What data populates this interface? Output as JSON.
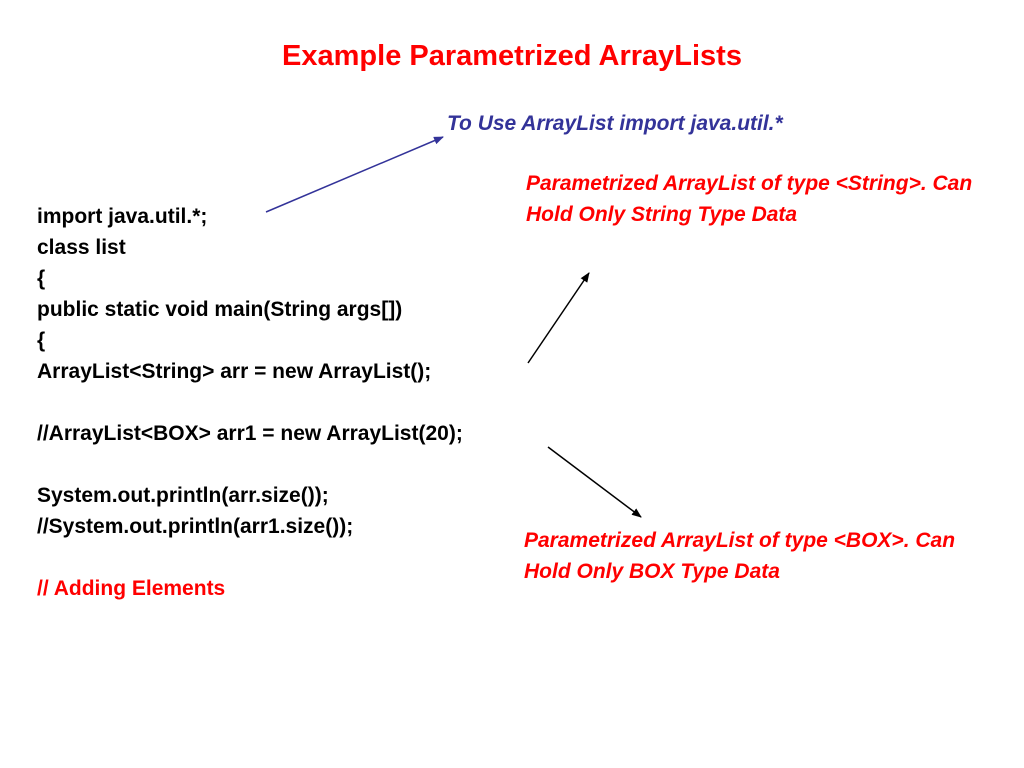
{
  "slide": {
    "title": "Example Parametrized ArrayLists",
    "import_note": "To Use ArrayList import java.util.*",
    "code_lines": [
      "import java.util.*;",
      "class list",
      "{",
      "public static void main(String args[])",
      "{",
      "ArrayList<String> arr = new ArrayList();",
      "",
      "//ArrayList<BOX> arr1 = new ArrayList(20);",
      "",
      "System.out.println(arr.size());",
      "//System.out.println(arr1.size());",
      "",
      "// Adding Elements"
    ],
    "annotation_string": "Parametrized ArrayList of type <String>. Can Hold Only String Type Data",
    "annotation_box": "Parametrized ArrayList of type <BOX>. Can Hold Only BOX Type Data"
  },
  "colors": {
    "title": "#ff0000",
    "import_note": "#333399",
    "annotation": "#ff0000",
    "comment": "#ff0000",
    "arrow_blue": "#333399",
    "arrow_black": "#000000"
  }
}
